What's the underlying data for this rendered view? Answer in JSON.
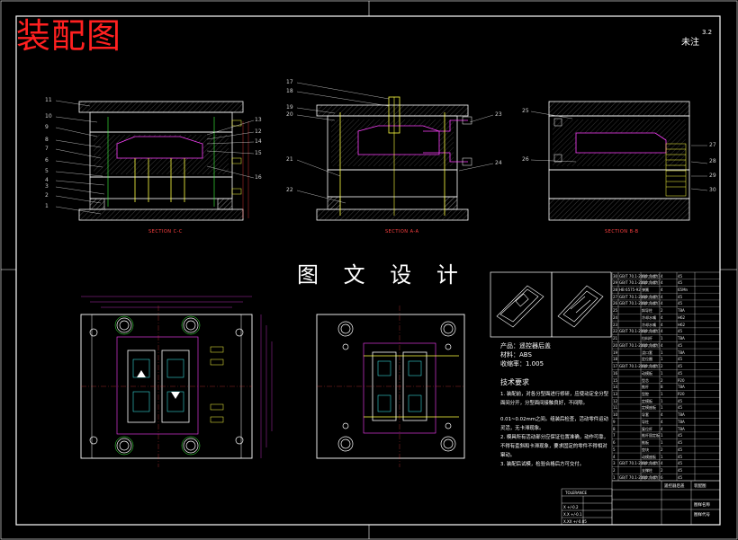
{
  "drawing": {
    "title": "装配图",
    "center_title": "图 文 设 计",
    "roughness_label": "未注",
    "roughness_value": "3.2",
    "section_labels": [
      "SECTION C-C",
      "SECTION A-A",
      "SECTION B-B"
    ],
    "callouts_left": [
      "11",
      "10",
      "9",
      "8",
      "7",
      "6",
      "5",
      "4",
      "3",
      "2",
      "1"
    ],
    "callouts_right": [
      "13",
      "12",
      "14",
      "15",
      "16"
    ],
    "callouts_center_left": [
      "17",
      "18",
      "19",
      "20",
      "21",
      "22"
    ],
    "callouts_center_right": [
      "23",
      "24"
    ],
    "callouts_far_right_left": [
      "25",
      "26"
    ],
    "callouts_far_right": [
      "27",
      "28",
      "29",
      "30"
    ],
    "product": {
      "name_line": "产品：遥控器后盖",
      "material_line": "材料：ABS",
      "shrink_line": "收缩率：1.005"
    },
    "requirements_title": "技术要求",
    "requirements": [
      "1. 装配前，对各分型面进行修研，应使动定全分型面间分开，分型面间接触良好，不间隙。",
      "0.01~0.02mm之间。组装后检查，活动零件运动灵活，无卡滞现象。",
      "2. 模具所有活动部分应保证位置准确，动作可靠，不得有歪斜和卡滞现象，要求固定的零件不得相对窜动。",
      "3. 装配后试模，检验合格后方可交付。"
    ],
    "bom_rows": [
      [
        "30",
        "GB/T 70.1-2000",
        "内六角螺钉",
        "4",
        "45"
      ],
      [
        "29",
        "GB/T 70.1-2000",
        "内六角螺钉",
        "4",
        "45"
      ],
      [
        "28",
        "HB 6575-92",
        "弹簧",
        "4",
        "65Mn"
      ],
      [
        "27",
        "GB/T 70.1-2000",
        "内六角螺钉",
        "4",
        "45"
      ],
      [
        "26",
        "GB/T 70.1-2000",
        "内六角螺钉",
        "4",
        "45"
      ],
      [
        "25",
        "",
        "斜导柱",
        "2",
        "T8A"
      ],
      [
        "24",
        "",
        "冷却水嘴",
        "4",
        "H62"
      ],
      [
        "23",
        "",
        "冷却水嘴",
        "4",
        "H62"
      ],
      [
        "22",
        "GB/T 70.1-2000",
        "内六角螺钉",
        "4",
        "45"
      ],
      [
        "21",
        "",
        "拉料杆",
        "1",
        "T8A"
      ],
      [
        "20",
        "GB/T 70.1-2000",
        "内六角螺钉",
        "4",
        "45"
      ],
      [
        "19",
        "",
        "浇口套",
        "1",
        "T8A"
      ],
      [
        "18",
        "",
        "定位圈",
        "1",
        "45"
      ],
      [
        "17",
        "GB/T 70.1-2000",
        "内六角螺钉",
        "2",
        "45"
      ],
      [
        "16",
        "",
        "动模板",
        "1",
        "45"
      ],
      [
        "15",
        "",
        "型芯",
        "2",
        "P20"
      ],
      [
        "14",
        "",
        "推杆",
        "8",
        "T8A"
      ],
      [
        "13",
        "",
        "型腔",
        "1",
        "P20"
      ],
      [
        "12",
        "",
        "定模板",
        "1",
        "45"
      ],
      [
        "11",
        "",
        "定模座板",
        "1",
        "45"
      ],
      [
        "10",
        "",
        "导套",
        "4",
        "T8A"
      ],
      [
        "9",
        "",
        "导柱",
        "4",
        "T8A"
      ],
      [
        "8",
        "",
        "复位杆",
        "4",
        "T8A"
      ],
      [
        "7",
        "",
        "推杆固定板",
        "1",
        "45"
      ],
      [
        "6",
        "",
        "推板",
        "1",
        "45"
      ],
      [
        "5",
        "",
        "垫块",
        "2",
        "45"
      ],
      [
        "4",
        "",
        "动模座板",
        "1",
        "45"
      ],
      [
        "3",
        "GB/T 70.1-2000",
        "内六角螺钉",
        "4",
        "45"
      ],
      [
        "2",
        "",
        "支撑柱",
        "2",
        "45"
      ],
      [
        "1",
        "GB/T 70.1-2000",
        "内六角螺钉",
        "6",
        "45"
      ]
    ],
    "title_block": {
      "drawing_name": "遥控器后盖",
      "sheet_label": "装配图",
      "page_label": "图样名称",
      "code_label": "图样代号"
    },
    "tolerance_header": "TOLERANCE",
    "tolerances": [
      "X  +/-0.2",
      "X.X  +/-0.1",
      "X.XX  +/-0.05"
    ]
  }
}
